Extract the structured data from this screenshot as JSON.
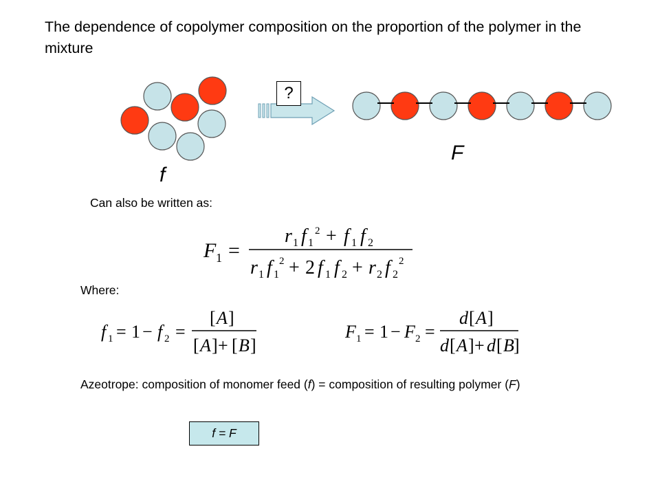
{
  "title": "The dependence of copolymer composition on the proportion of the polymer in the mixture",
  "label_small_f": "f",
  "label_big_F": "F",
  "question_mark": "?",
  "also_text": "Can also be written as:",
  "where_text": "Where:",
  "azeotrope": {
    "p1": "Azeotrope: composition of monomer feed (",
    "f": "f",
    "p2": ") = composition of resulting polymer (",
    "F": "F",
    "p3": ")"
  },
  "f_equals_F": "f = F",
  "colors": {
    "monomer_a": "#c6e3e8",
    "monomer_b": "#ff3a12",
    "arrow_fill": "#c9e6eb",
    "arrow_stroke": "#6fa0b5",
    "box_fill": "#c6e8ec"
  }
}
